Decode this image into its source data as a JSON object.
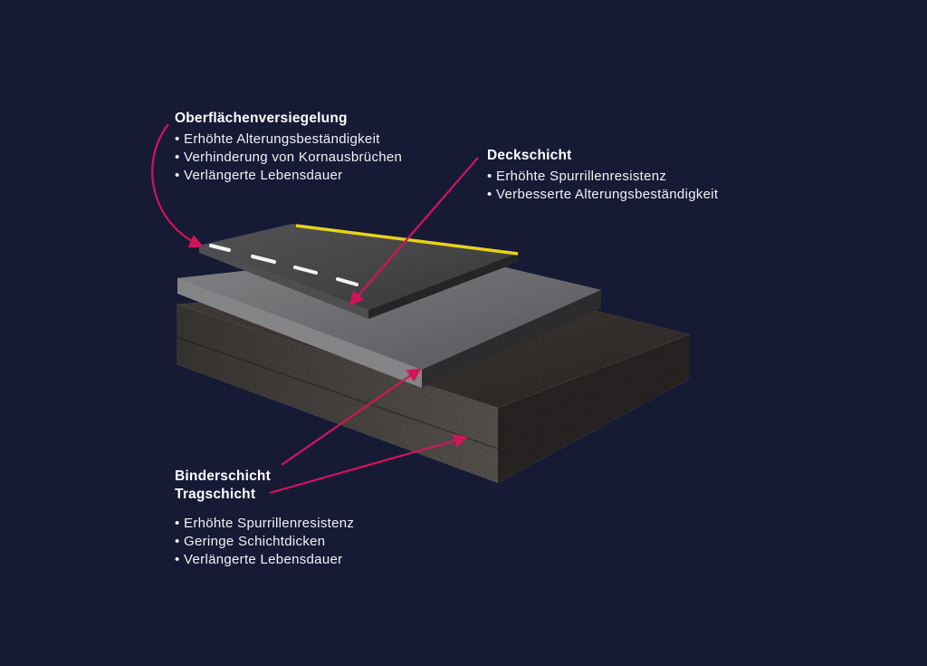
{
  "colors": {
    "background": "#161a35",
    "arrow": "#d4145a",
    "lane_yellow": "#e8d21a",
    "lane_white": "#f4f4f4"
  },
  "labels": {
    "surface_seal": {
      "title": "Oberflächenversiegelung",
      "bullets": [
        "Erhöhte Alterungsbeständigkeit",
        "Verhinderung von Kornausbrüchen",
        "Verlängerte Lebensdauer"
      ]
    },
    "wearing_course": {
      "title": "Deckschicht",
      "bullets": [
        "Erhöhte Spurrillenresistenz",
        "Verbesserte Alterungsbeständigkeit"
      ]
    },
    "base_courses": {
      "title_1": "Binderschicht",
      "title_2": "Tragschicht",
      "bullets": [
        "Erhöhte Spurrillenresistenz",
        "Geringe Schichtdicken",
        "Verlängerte Lebensdauer"
      ]
    }
  }
}
